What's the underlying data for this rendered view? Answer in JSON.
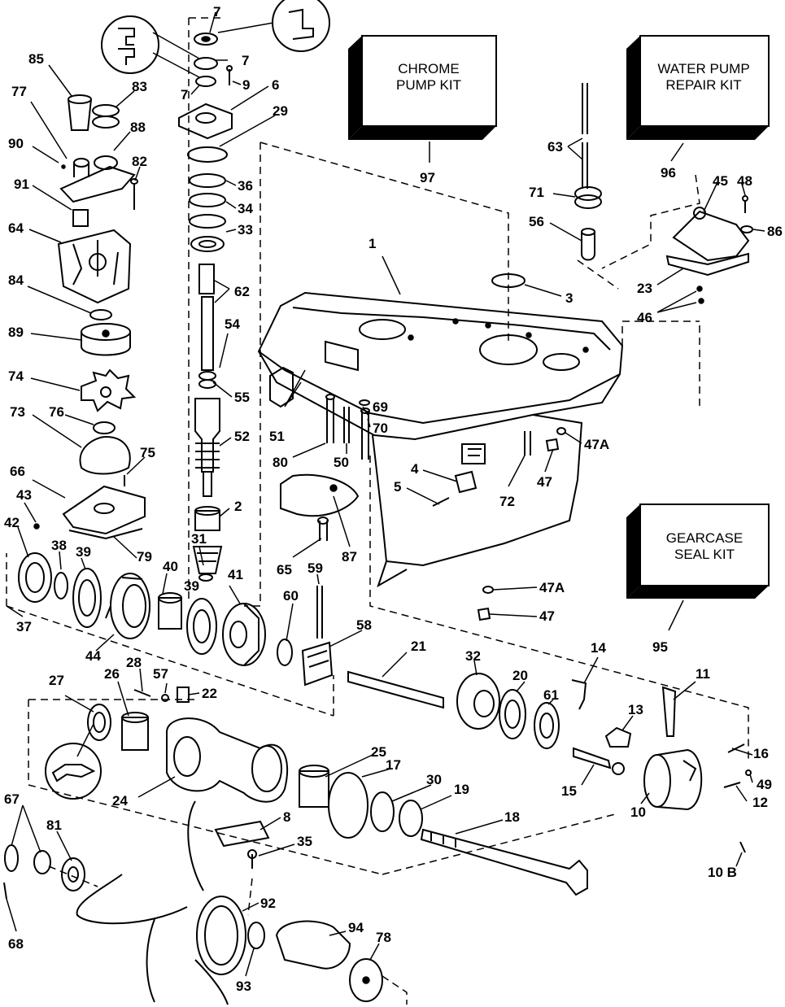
{
  "kits": {
    "chrome_pump_line1": "CHROME",
    "chrome_pump_line2": "PUMP KIT",
    "chrome_pump_number": "97",
    "water_pump_line1": "WATER PUMP",
    "water_pump_line2": "REPAIR KIT",
    "water_pump_number": "96",
    "gearcase_seal_line1": "GEARCASE",
    "gearcase_seal_line2": "SEAL KIT",
    "gearcase_seal_number": "95"
  },
  "callouts": {
    "c1": "1",
    "c2": "2",
    "c3": "3",
    "c4": "4",
    "c5": "5",
    "c6": "6",
    "c7a": "7",
    "c7b": "7",
    "c7c": "7",
    "c8": "8",
    "c9": "9",
    "c10": "10",
    "c10b": "10 B",
    "c11": "11",
    "c12": "12",
    "c13": "13",
    "c14": "14",
    "c15": "15",
    "c16": "16",
    "c17": "17",
    "c18": "18",
    "c19": "19",
    "c20": "20",
    "c21": "21",
    "c22": "22",
    "c23": "23",
    "c24": "24",
    "c25": "25",
    "c26": "26",
    "c27": "27",
    "c28": "28",
    "c29": "29",
    "c30": "30",
    "c31": "31",
    "c32": "32",
    "c33": "33",
    "c34": "34",
    "c35": "35",
    "c36": "36",
    "c37": "37",
    "c38": "38",
    "c39a": "39",
    "c39b": "39",
    "c40": "40",
    "c41": "41",
    "c42": "42",
    "c43": "43",
    "c44": "44",
    "c45": "45",
    "c46": "46",
    "c47a": "47",
    "c47b": "47",
    "c47A_a": "47A",
    "c47A_b": "47A",
    "c48": "48",
    "c49": "49",
    "c50": "50",
    "c51": "51",
    "c52": "52",
    "c54": "54",
    "c55": "55",
    "c56": "56",
    "c57": "57",
    "c58": "58",
    "c59": "59",
    "c60": "60",
    "c61": "61",
    "c62": "62",
    "c63": "63",
    "c64": "64",
    "c65": "65",
    "c66": "66",
    "c67": "67",
    "c68": "68",
    "c69": "69",
    "c70": "70",
    "c71": "71",
    "c72": "72",
    "c73": "73",
    "c74": "74",
    "c75": "75",
    "c76": "76",
    "c77": "77",
    "c78": "78",
    "c79": "79",
    "c80": "80",
    "c81": "81",
    "c82": "82",
    "c83": "83",
    "c84": "84",
    "c85": "85",
    "c86": "86",
    "c87": "87",
    "c88": "88",
    "c89": "89",
    "c90": "90",
    "c91": "91",
    "c92": "92",
    "c93": "93",
    "c94": "94"
  }
}
